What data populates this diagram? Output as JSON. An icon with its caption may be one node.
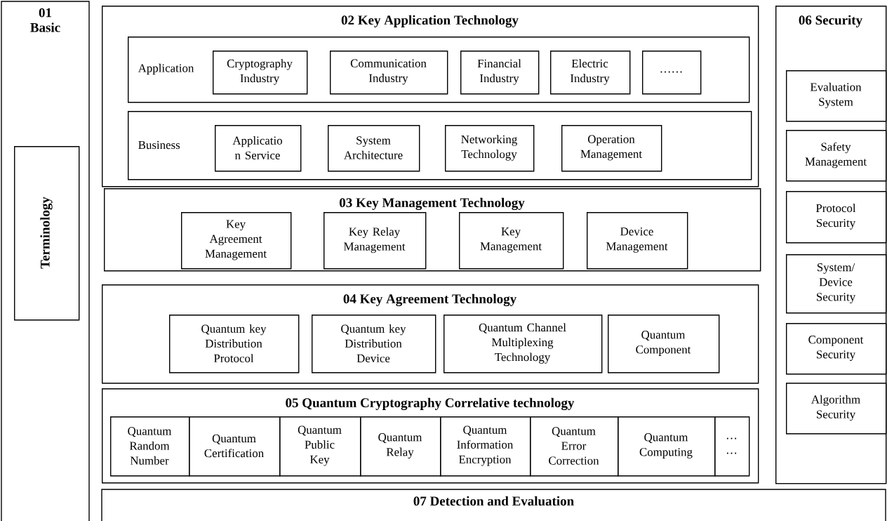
{
  "diagram": {
    "nodes": [
      {
        "text": [
          "01 Basic"
        ]
      },
      {
        "text": [
          "Terminology"
        ],
        "in": 0
      },
      {
        "text": [
          "02 Key Application Technology"
        ]
      },
      {
        "text": [
          "Application"
        ],
        "in": 2
      },
      {
        "text": [
          "Cryptography Industry"
        ],
        "in": 3
      },
      {
        "text": [
          "Communication Industry"
        ],
        "in": 3
      },
      {
        "text": [
          "Financial Industry"
        ],
        "in": 3
      },
      {
        "text": [
          "Electric Industry"
        ],
        "in": 3
      },
      {
        "text": [
          "……"
        ],
        "in": 3
      },
      {
        "text": [
          "Business"
        ],
        "in": 2
      },
      {
        "text": [
          "Applicatio n Service"
        ],
        "in": 9
      },
      {
        "text": [
          "System Architecture"
        ],
        "in": 9
      },
      {
        "text": [
          "Networking Technology"
        ],
        "in": 9
      },
      {
        "text": [
          "Operation Management"
        ],
        "in": 9
      },
      {
        "text": [
          "03 Key Management Technology"
        ]
      },
      {
        "text": [
          "Key Agreement Management"
        ],
        "in": 14
      },
      {
        "text": [
          "Key Relay Management"
        ],
        "in": 14
      },
      {
        "text": [
          "Key Management"
        ],
        "in": 14
      },
      {
        "text": [
          "Device Management"
        ],
        "in": 14
      },
      {
        "text": [
          "04 Key Agreement Technology"
        ]
      },
      {
        "text": [
          "Quantum key Distribution Protocol"
        ],
        "in": 19
      },
      {
        "text": [
          "Quantum key Distribution Device"
        ],
        "in": 19
      },
      {
        "text": [
          "Quantum Channel Multiplexing Technology"
        ],
        "in": 19
      },
      {
        "text": [
          "Quantum Component"
        ],
        "in": 19
      },
      {
        "text": [
          "05 Quantum Cryptography Correlative technology"
        ]
      },
      {
        "text": [
          "Quantum Random Number"
        ],
        "in": 24
      },
      {
        "text": [
          "Quantum Certification"
        ],
        "in": 24
      },
      {
        "text": [
          "Quantum Public Key"
        ],
        "in": 24
      },
      {
        "text": [
          "Quantum Relay"
        ],
        "in": 24
      },
      {
        "text": [
          "Quantum Information Encryption"
        ],
        "in": 24
      },
      {
        "text": [
          "Quantum Error Correction"
        ],
        "in": 24
      },
      {
        "text": [
          "Quantum Computing"
        ],
        "in": 24
      },
      {
        "text": [
          "… …"
        ],
        "in": 24
      },
      {
        "text": [
          "06 Security"
        ]
      },
      {
        "text": [
          "Evaluation System"
        ],
        "in": 33
      },
      {
        "text": [
          "Safety Management"
        ],
        "in": 33
      },
      {
        "text": [
          "Protocol Security"
        ],
        "in": 33
      },
      {
        "text": [
          "System/ Device Security"
        ],
        "in": 33
      },
      {
        "text": [
          "Component Security"
        ],
        "in": 33
      },
      {
        "text": [
          "Algorithm Security"
        ],
        "in": 33
      },
      {
        "text": [
          "07 Detection and Evaluation"
        ]
      }
    ],
    "edges": []
  }
}
